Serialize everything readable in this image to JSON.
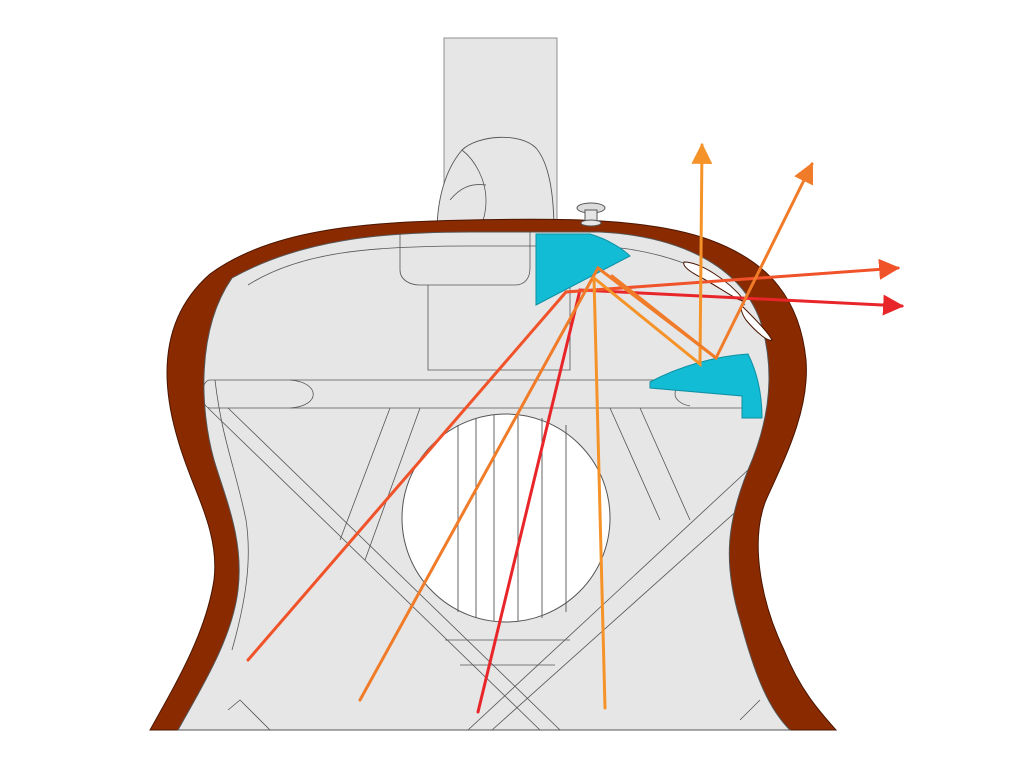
{
  "colors": {
    "background": "#ffffff",
    "body_fill": "#e6e6e6",
    "outline": "#555555",
    "rim": "#8a2a00",
    "rim_dark": "#5a1a00",
    "reflector": "#12bcd4",
    "reflector_edge": "#0e8fa3",
    "ray_red": "#e8262a",
    "ray_orange_red": "#f0532a",
    "ray_orange": "#f07b28",
    "ray_amber": "#f59329",
    "soundhole": "#ffffff"
  },
  "icons": {
    "strap_button": "strap-button-icon",
    "arrowhead": "arrowhead-icon"
  },
  "rays": [
    {
      "name": "ray-red-1",
      "color": "ray_red"
    },
    {
      "name": "ray-orange-red-1",
      "color": "ray_orange_red"
    },
    {
      "name": "ray-orange-1",
      "color": "ray_orange"
    },
    {
      "name": "ray-amber-1",
      "color": "ray_amber"
    },
    {
      "name": "ray-amber-2",
      "color": "ray_amber"
    },
    {
      "name": "ray-orange-2",
      "color": "ray_orange"
    }
  ]
}
